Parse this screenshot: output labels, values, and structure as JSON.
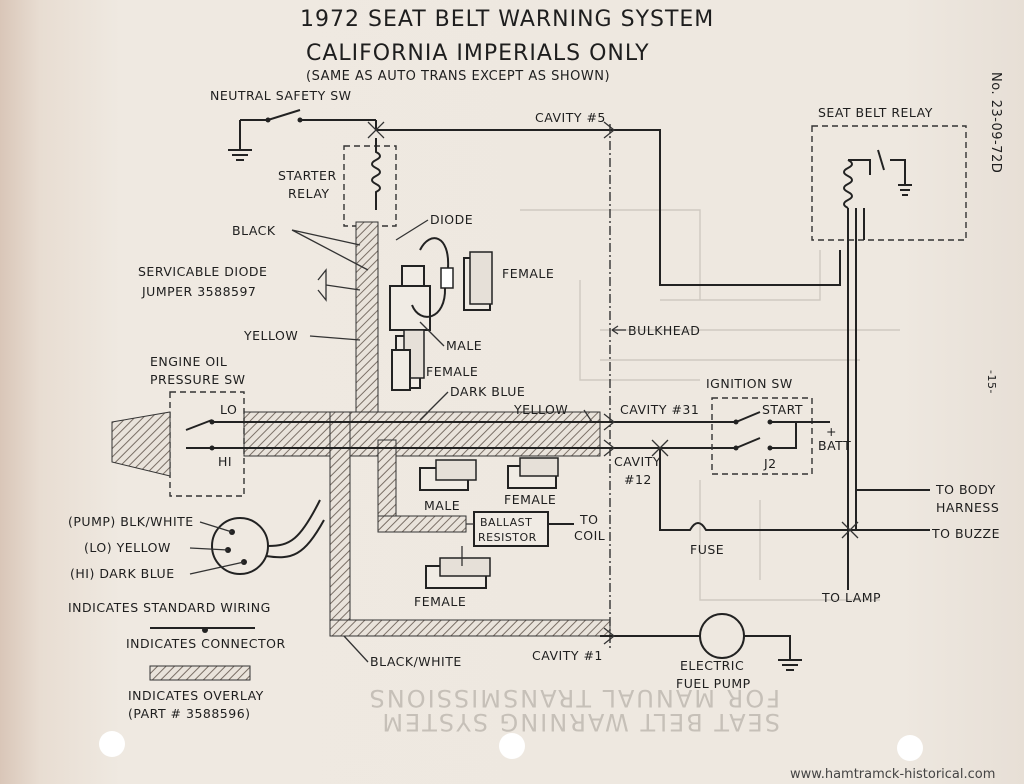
{
  "title": "1972 SEAT BELT WARNING SYSTEM",
  "subtitle": "CALIFORNIA IMPERIALS ONLY",
  "subtitle_note": "(SAME AS AUTO TRANS EXCEPT AS SHOWN)",
  "doc_number": "No. 23-09-72D",
  "page_marker": "-15-",
  "watermark": "www.hamtramck-historical.com",
  "labels": {
    "neutral_safety_sw": "NEUTRAL SAFETY SW",
    "cavity_5": "CAVITY #5",
    "seat_belt_relay": "SEAT BELT RELAY",
    "starter_relay_1": "STARTER",
    "starter_relay_2": "RELAY",
    "diode": "DIODE",
    "black": "BLACK",
    "servicable_1": "SERVICABLE DIODE",
    "servicable_2": "JUMPER 3588597",
    "female_1": "FEMALE",
    "yellow_1": "YELLOW",
    "male_1": "MALE",
    "bulkhead": "BULKHEAD",
    "engine_oil_1": "ENGINE OIL",
    "engine_oil_2": "PRESSURE SW",
    "female_2": "FEMALE",
    "dark_blue": "DARK BLUE",
    "ignition_sw": "IGNITION SW",
    "lo": "LO",
    "hi": "HI",
    "yellow_2": "YELLOW",
    "cavity_31": "CAVITY #31",
    "start": "START",
    "batt": "BATT",
    "plus": "+",
    "j2": "J2",
    "cavity_12_1": "CAVITY",
    "cavity_12_2": "#12",
    "male_2": "MALE",
    "female_3": "FEMALE",
    "to_body_1": "TO BODY",
    "to_body_2": "HARNESS",
    "ballast_1": "BALLAST",
    "ballast_2": "RESISTOR",
    "to_coil_1": "TO",
    "to_coil_2": "COIL",
    "to_buzzer": "TO BUZZE",
    "fuse": "FUSE",
    "pump_blk": "(PUMP) BLK/WHITE",
    "lo_yellow": "(LO) YELLOW",
    "hi_darkblue": "(HI) DARK BLUE",
    "female_4": "FEMALE",
    "to_lamp": "TO LAMP",
    "legend_standard": "INDICATES STANDARD WIRING",
    "legend_connector": "INDICATES CONNECTOR",
    "black_white": "BLACK/WHITE",
    "cavity_1": "CAVITY #1",
    "electric_1": "ELECTRIC",
    "electric_2": "FUEL PUMP",
    "legend_overlay_1": "INDICATES OVERLAY",
    "legend_overlay_2": "(PART # 3588596)"
  },
  "bleed_through": {
    "line1": "FOR MANUAL TRANSMISSIONS",
    "line2": "SEAT BELT WARNING SYSTEM"
  }
}
